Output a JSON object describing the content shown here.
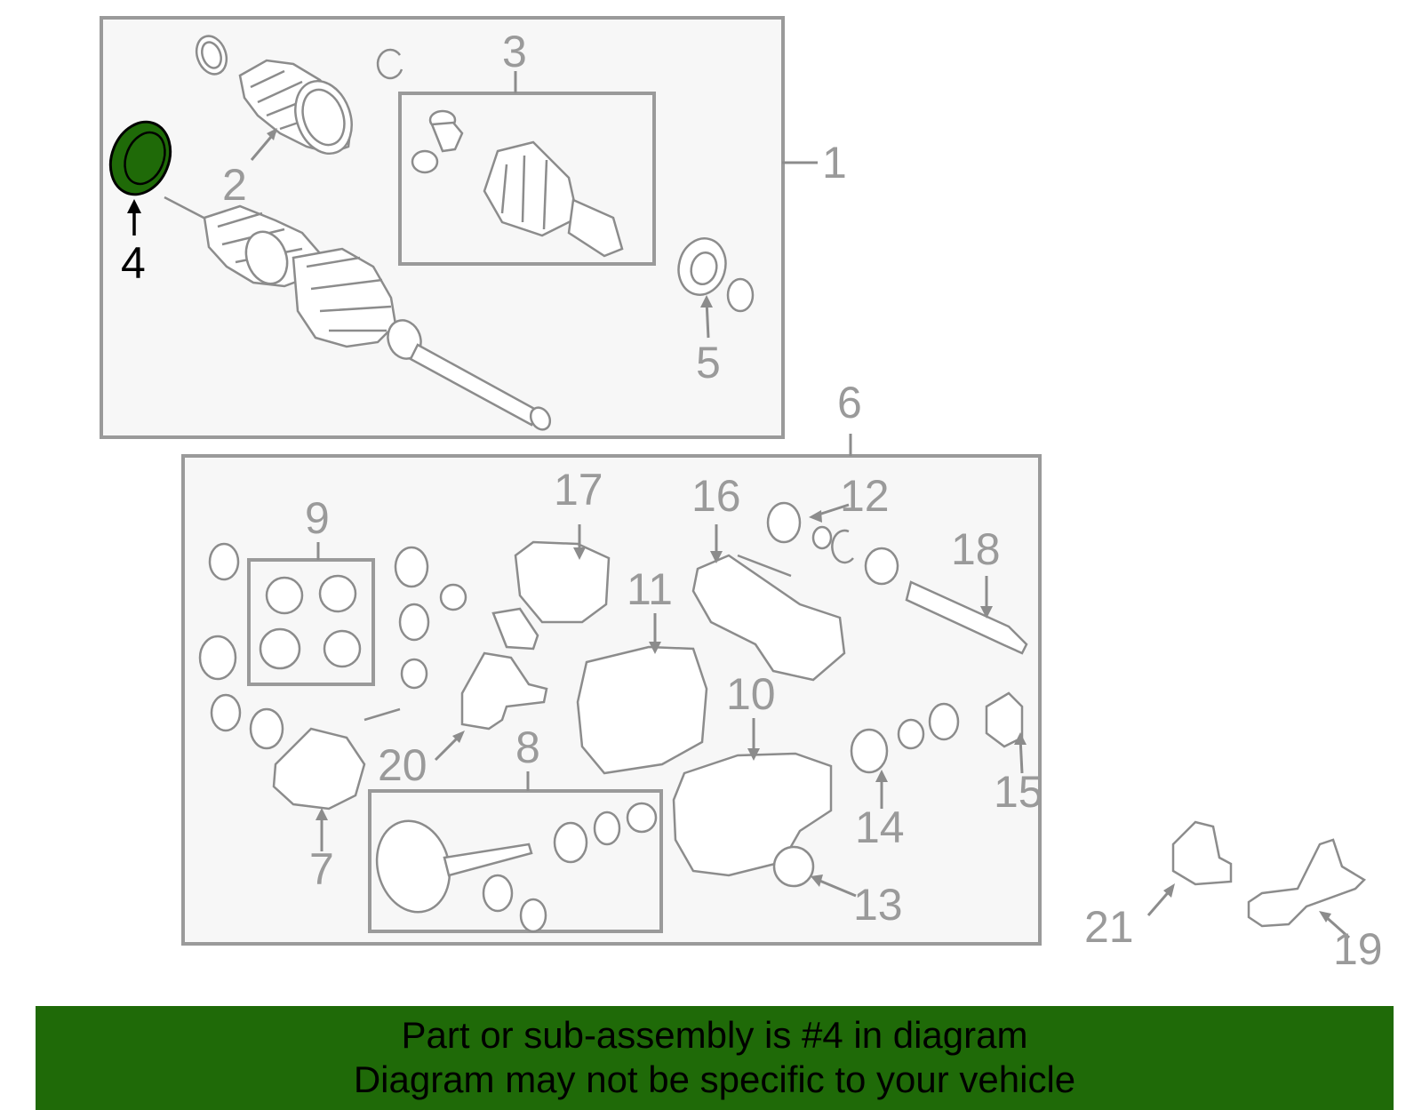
{
  "callouts": {
    "c1": "1",
    "c2": "2",
    "c3": "3",
    "c4": "4",
    "c5": "5",
    "c6": "6",
    "c7": "7",
    "c8": "8",
    "c9": "9",
    "c10": "10",
    "c11": "11",
    "c12": "12",
    "c13": "13",
    "c14": "14",
    "c15": "15",
    "c16": "16",
    "c17": "17",
    "c18": "18",
    "c19": "19",
    "c20": "20",
    "c21": "21"
  },
  "highlight": {
    "part_number": "4",
    "color": "#1f6a08"
  },
  "banner": {
    "line1": "Part or sub-assembly is #4 in diagram",
    "line2": "Diagram may not be specific to your vehicle",
    "background": "#1f6a08"
  }
}
